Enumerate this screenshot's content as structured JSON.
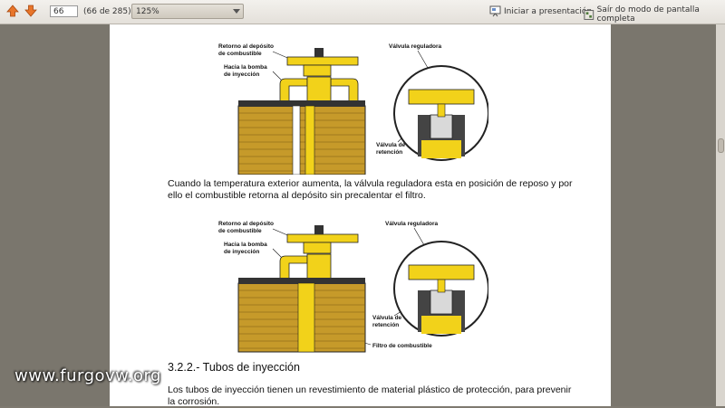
{
  "toolbar": {
    "page_value": "66",
    "page_count": "(66 de 285)",
    "zoom_value": "125%",
    "presentation_label": "Iniciar a presentación",
    "fullscreen_label": "Saír do modo de pantalla completa"
  },
  "figure1": {
    "label_return": "Retorno al depósito",
    "label_return2": "de combustible",
    "label_pump": "Hacia la bomba",
    "label_pump2": "de inyección",
    "label_valve": "Válvula reguladora",
    "label_check": "Válvula de",
    "label_check2": "retención"
  },
  "paragraph1": "Cuando la temperatura exterior aumenta, la válvula reguladora esta en posición de reposo y por ello el combustible retorna al depósito sin precalentar el filtro.",
  "figure2": {
    "label_return": "Retorno al depósito",
    "label_return2": "de combustible",
    "label_pump": "Hacia la bomba",
    "label_pump2": "de inyección",
    "label_valve": "Válvula reguladora",
    "label_check": "Válvula de",
    "label_check2": "retención",
    "label_filter": "Filtro de combustible"
  },
  "heading": "3.2.2.- Tubos de inyección",
  "paragraph2": "Los tubos de inyección tienen un revestimiento de material plástico de protección, para prevenir la corrosión.",
  "watermark": "www.furgovw.org",
  "colors": {
    "fuel_yellow": "#f2d21a",
    "filter_brown": "#b08a2a"
  }
}
